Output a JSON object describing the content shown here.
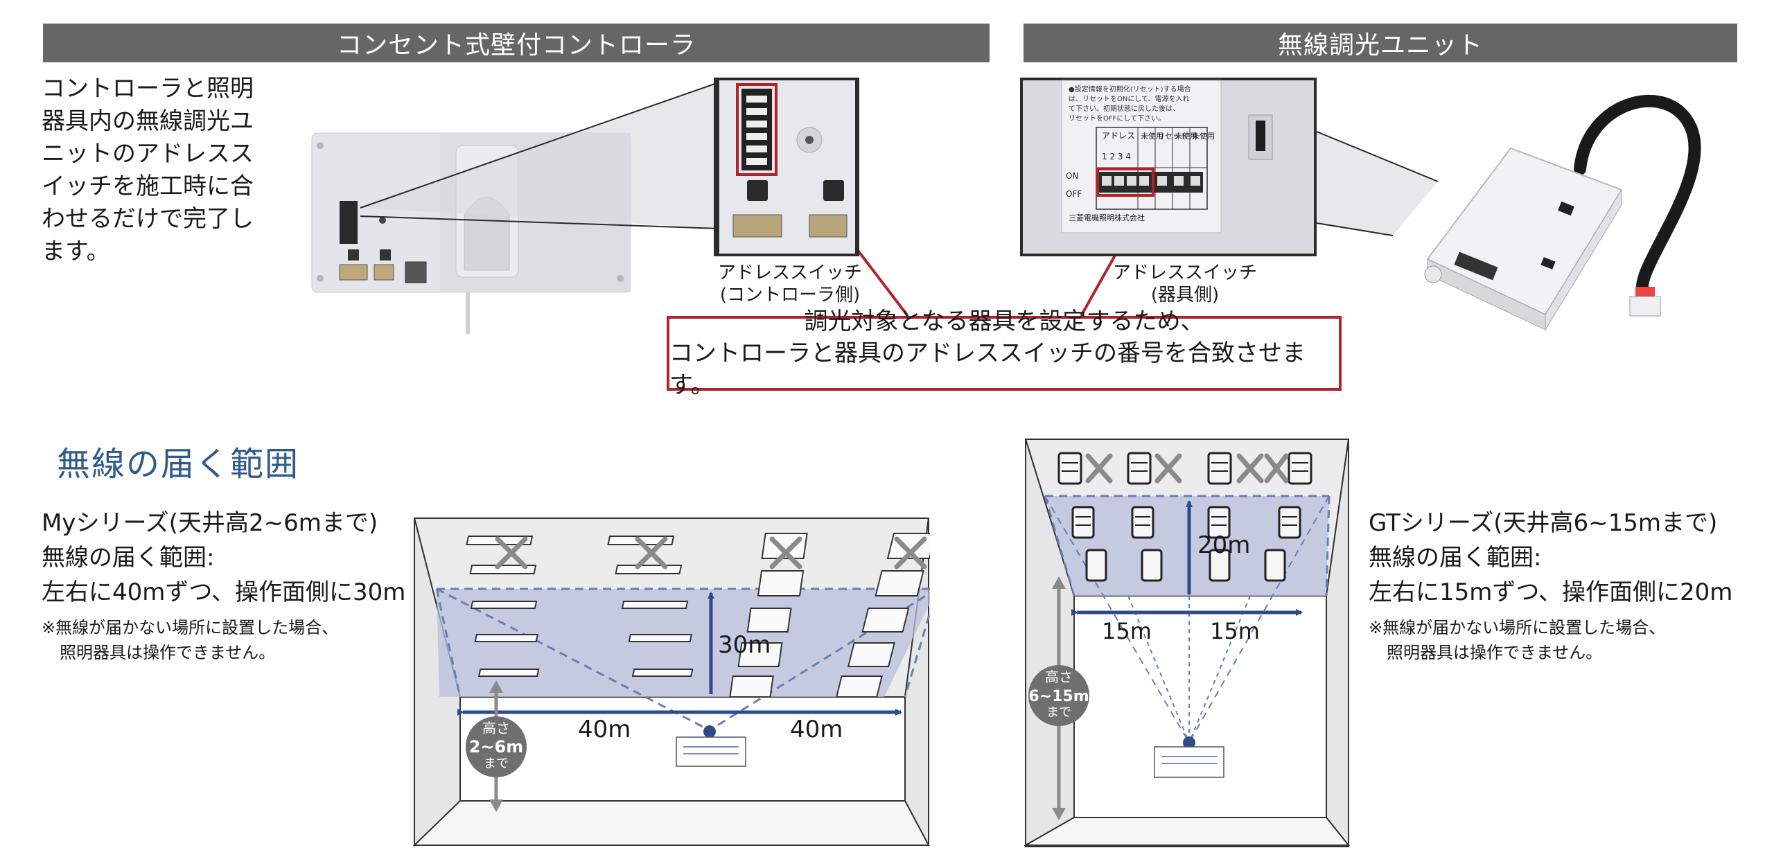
{
  "headers": {
    "controller": "コンセント式壁付コントローラ",
    "dimming_unit": "無線調光ユニット"
  },
  "intro": "コントローラと照明器具内の無線調光ユニットのアドレススイッチを施工時に合わせるだけで完了します。",
  "captions": {
    "controller_side": [
      "アドレススイッチ",
      "(コントローラ側)"
    ],
    "fixture_side": [
      "アドレススイッチ",
      "(器具側)"
    ]
  },
  "callout": [
    "調光対象となる器具を設定するため、",
    "コントローラと器具のアドレススイッチの番号を合致させます。"
  ],
  "unit_label": {
    "header": [
      "アドレス",
      "未使用",
      "リセット",
      "未使用",
      "未使用"
    ],
    "numbers": "1 2 3 4",
    "on": "ON",
    "off": "OFF",
    "maker": "三菱電機照明株式会社",
    "fine_print": [
      "●設定情報を初期化(リセット)する場合",
      "は、リセットをONにして、電源を入れ",
      "て下さい。初期状態に戻した後は、",
      "リセットをOFFにして下さい。"
    ]
  },
  "section_title": "無線の届く範囲",
  "my_series": {
    "lines": [
      "Myシリーズ(天井高2~6mまで)",
      "無線の届く範囲:",
      "左右に40mずつ、操作面側に30m"
    ],
    "notes": [
      "※無線が届かない場所に設置した場合、",
      "照明器具は操作できません。"
    ],
    "dist_left": "40m",
    "dist_right": "40m",
    "dist_front": "30m",
    "badge": [
      "高さ",
      "2~6m",
      "まで"
    ]
  },
  "gt_series": {
    "lines": [
      "GTシリーズ(天井高6~15mまで)",
      "無線の届く範囲:",
      "左右に15mずつ、操作面側に20m"
    ],
    "notes": [
      "※無線が届かない場所に設置した場合、",
      "照明器具は操作できません。"
    ],
    "dist_left": "15m",
    "dist_right": "15m",
    "dist_front": "20m",
    "badge": [
      "高さ",
      "6~15m",
      "まで"
    ]
  },
  "colors": {
    "header_bg": "#666666",
    "accent_red": "#b3222a",
    "arrow_blue": "#2e4a8a",
    "title_blue": "#2f5a8a",
    "zone": "#b8bfdc"
  }
}
